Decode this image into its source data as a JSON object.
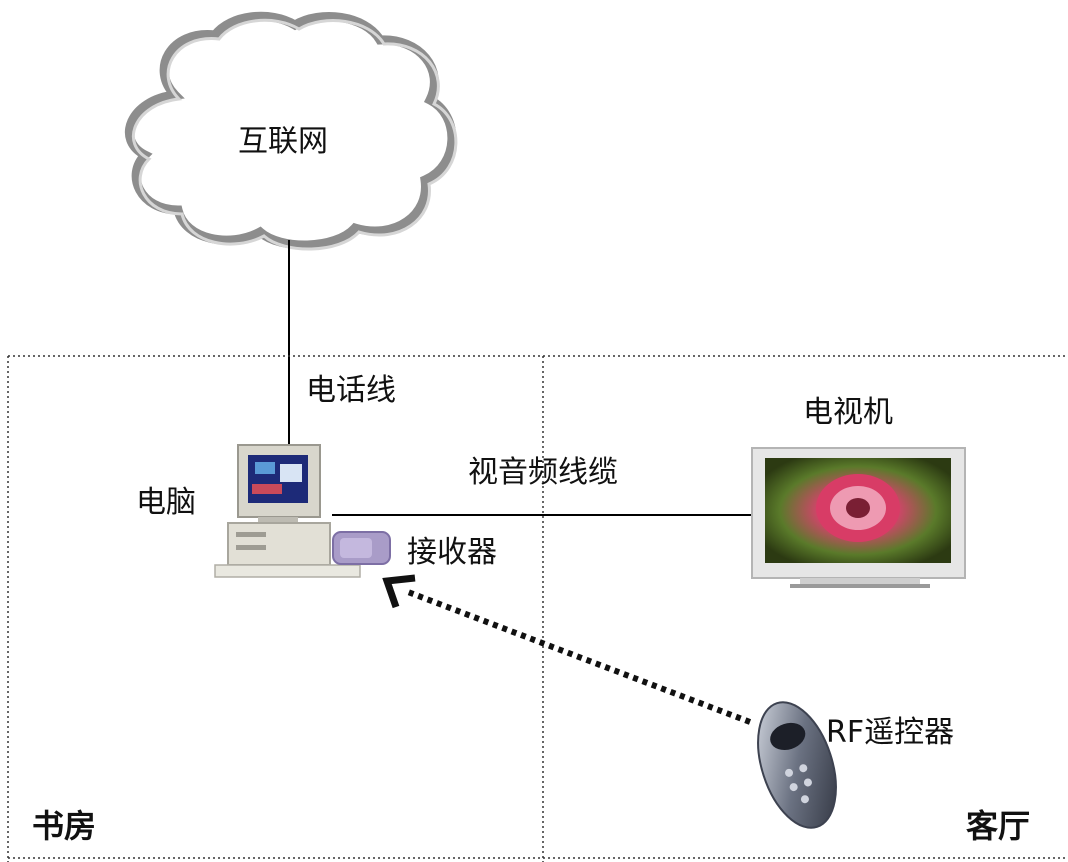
{
  "cloud": {
    "label": "互联网"
  },
  "rooms": [
    {
      "label": "书房"
    },
    {
      "label": "客厅"
    }
  ],
  "connections": {
    "phone_line": "电话线",
    "av_cable": "视音频线缆"
  },
  "devices": {
    "computer": "电脑",
    "receiver": "接收器",
    "tv": "电视机",
    "remote": "RF遥控器"
  }
}
